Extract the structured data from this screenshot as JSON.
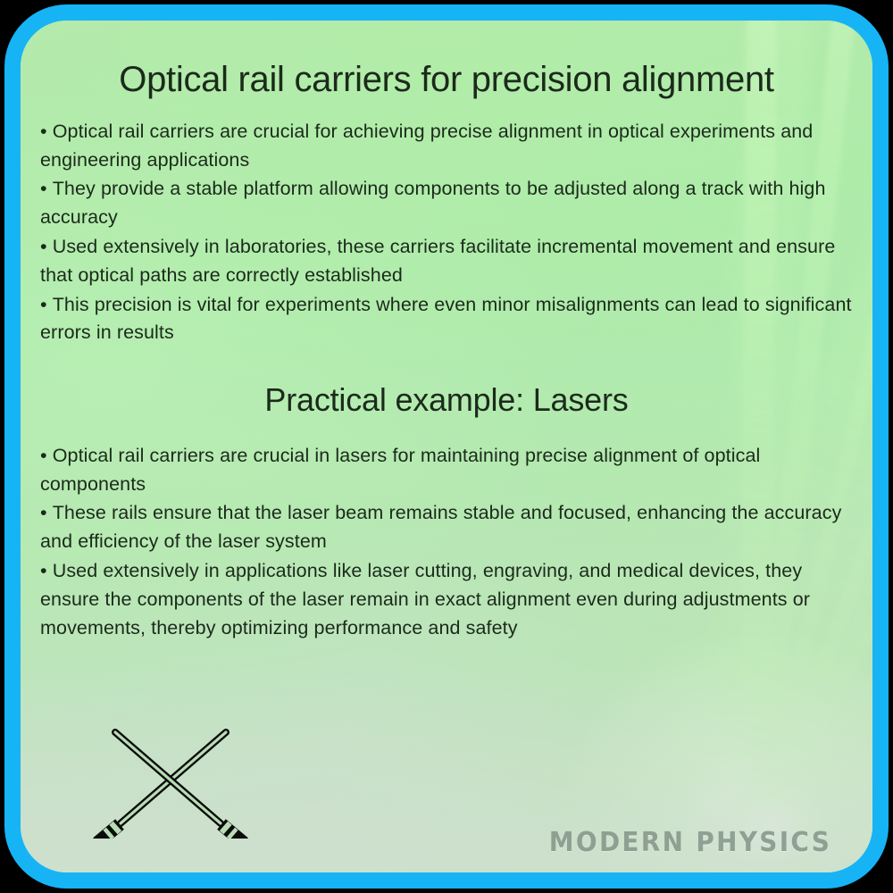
{
  "slide": {
    "title": "Optical rail carriers for precision alignment",
    "bullets": [
      "Optical rail carriers are crucial for achieving precise alignment in optical experiments and engineering applications",
      "They provide a stable platform allowing components to be adjusted along a track with high accuracy",
      "Used extensively in laboratories, these carriers facilitate incremental movement and ensure that optical paths are correctly established",
      "This precision is vital for experiments where even minor misalignments can lead to significant errors in results"
    ],
    "section_title": "Practical example: Lasers",
    "section_bullets": [
      "Optical rail carriers are crucial in lasers for maintaining precise alignment of optical components",
      "These rails ensure that the laser beam remains stable and focused, enhancing the accuracy and efficiency of the laser system",
      "Used extensively in applications like laser cutting, engraving, and medical devices, they ensure the components of the laser remain in exact alignment even during adjustments or movements, thereby optimizing performance and safety"
    ],
    "watermark": "MODERN PHYSICS",
    "icon_name": "crossed-lightsabers-icon",
    "colors": {
      "border": "#16b4f5",
      "outer_background": "#000000",
      "text": "#1b2a1b",
      "background_green": "#b0e8aa",
      "watermark": "#8a9b8f"
    }
  }
}
